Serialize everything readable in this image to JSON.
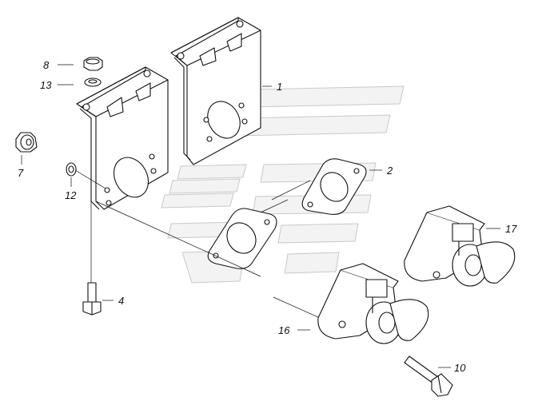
{
  "diagram": {
    "callouts": [
      {
        "id": "c1",
        "text": "1"
      },
      {
        "id": "c2",
        "text": "2"
      },
      {
        "id": "c4",
        "text": "4"
      },
      {
        "id": "c7",
        "text": "7"
      },
      {
        "id": "c8",
        "text": "8"
      },
      {
        "id": "c10",
        "text": "10"
      },
      {
        "id": "c12",
        "text": "12"
      },
      {
        "id": "c13",
        "text": "13"
      },
      {
        "id": "c16",
        "text": "16"
      },
      {
        "id": "c17",
        "text": "17"
      }
    ]
  }
}
